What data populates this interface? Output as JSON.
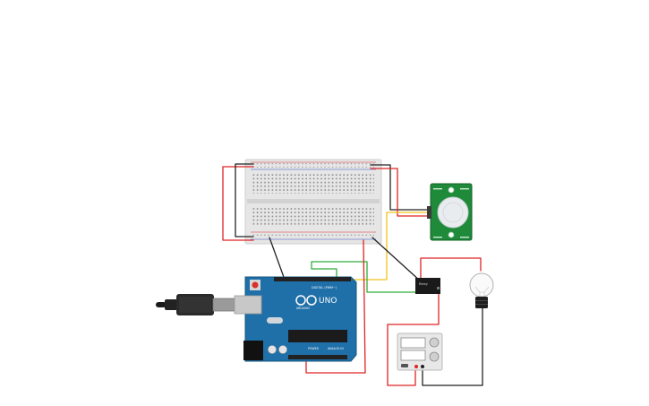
{
  "circuit": {
    "arduino": {
      "model_label": "UNO",
      "brand_label": "ARDUINO",
      "digital_label": "DIGITAL (PWM~)",
      "power_label": "POWER",
      "analog_label": "ANALOG IN",
      "board_color": "#1f6fa8"
    },
    "pir_sensor": {
      "board_color": "#1e8a3a"
    },
    "relay": {
      "label": "Relay"
    },
    "breadboard": {
      "color": "#e6e6e6"
    },
    "bulb": {},
    "power_supply": {},
    "wire_colors": {
      "power": "#e02424",
      "ground": "#222222",
      "signal_yellow": "#f0c419",
      "signal_green": "#2fae3a"
    }
  }
}
